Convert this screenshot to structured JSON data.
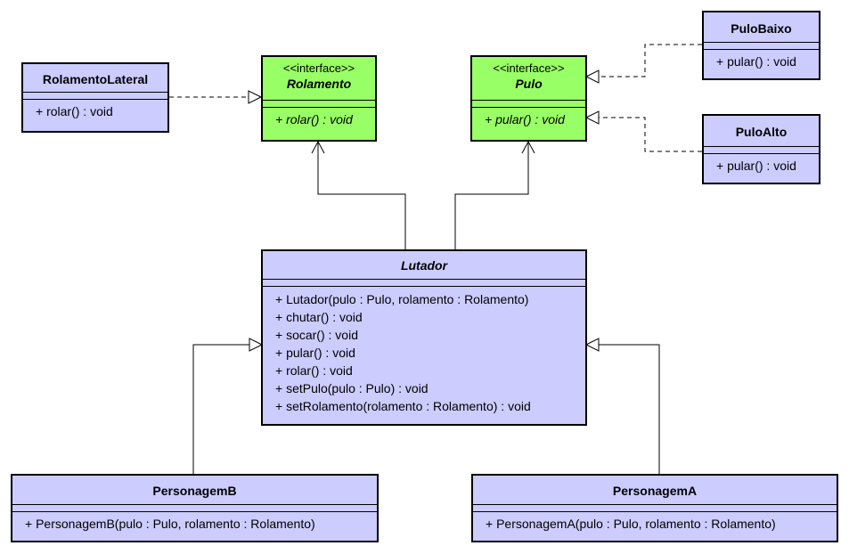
{
  "diagram": {
    "boxes": {
      "rolamento_lateral": {
        "name": "RolamentoLateral",
        "operations": [
          "+ rolar() : void"
        ]
      },
      "rolamento": {
        "stereotype": "<<interface>>",
        "name": "Rolamento",
        "operations": [
          "+ rolar() : void"
        ]
      },
      "pulo": {
        "stereotype": "<<interface>>",
        "name": "Pulo",
        "operations": [
          "+ pular() : void"
        ]
      },
      "pulo_baixo": {
        "name": "PuloBaixo",
        "operations": [
          "+ pular() : void"
        ]
      },
      "pulo_alto": {
        "name": "PuloAlto",
        "operations": [
          "+ pular() : void"
        ]
      },
      "lutador": {
        "name": "Lutador",
        "operations": [
          "+ Lutador(pulo : Pulo, rolamento : Rolamento)",
          "+ chutar() : void",
          "+ socar() : void",
          "+ pular() : void",
          "+ rolar() : void",
          "+ setPulo(pulo : Pulo) : void",
          "+ setRolamento(rolamento : Rolamento) : void"
        ]
      },
      "personagem_b": {
        "name": "PersonagemB",
        "operations": [
          "+ PersonagemB(pulo : Pulo, rolamento : Rolamento)"
        ]
      },
      "personagem_a": {
        "name": "PersonagemA",
        "operations": [
          "+ PersonagemA(pulo : Pulo, rolamento : Rolamento)"
        ]
      }
    },
    "relations": [
      {
        "from": "rolamento_lateral",
        "to": "rolamento",
        "kind": "realization"
      },
      {
        "from": "pulo_baixo",
        "to": "pulo",
        "kind": "realization"
      },
      {
        "from": "pulo_alto",
        "to": "pulo",
        "kind": "realization"
      },
      {
        "from": "lutador",
        "to": "rolamento",
        "kind": "association"
      },
      {
        "from": "lutador",
        "to": "pulo",
        "kind": "association"
      },
      {
        "from": "personagem_b",
        "to": "lutador",
        "kind": "generalization"
      },
      {
        "from": "personagem_a",
        "to": "lutador",
        "kind": "generalization"
      }
    ],
    "colors": {
      "class_fill": "#ccccff",
      "interface_fill": "#99ff66",
      "border": "#000000",
      "line": "#000000"
    }
  }
}
